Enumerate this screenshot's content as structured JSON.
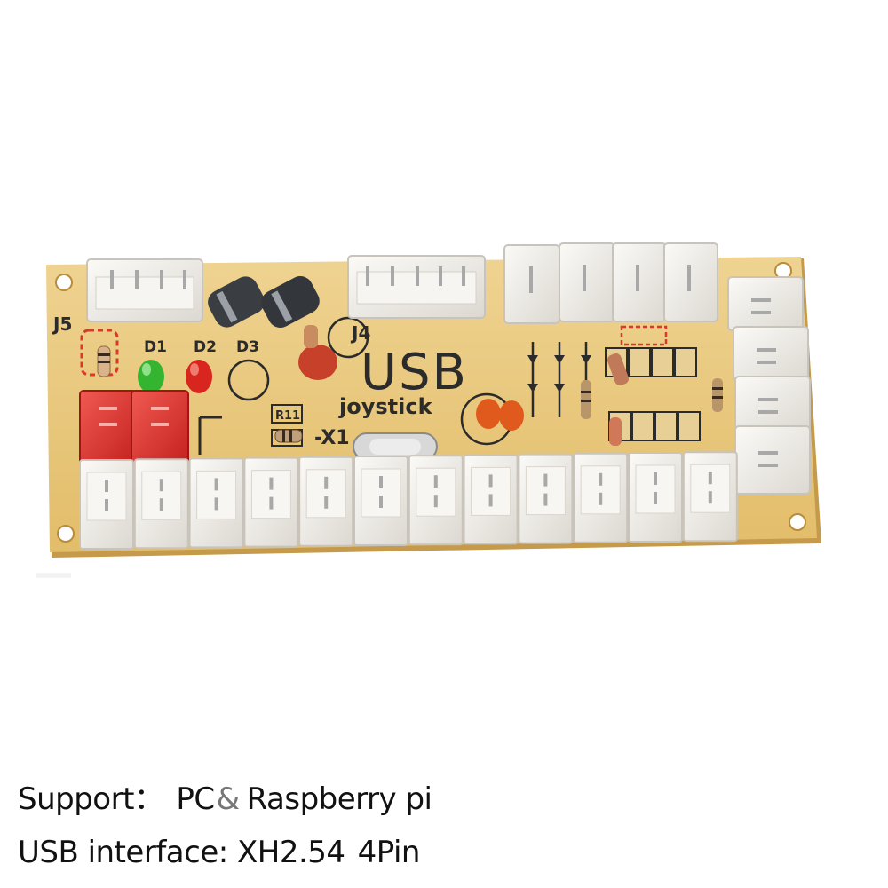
{
  "board": {
    "title": "USB",
    "subtitle": "joystick",
    "label_j5": "J5",
    "label_j4": "J4",
    "label_d1": "D1",
    "label_d2": "D2",
    "label_d3": "D3",
    "label_x1": "-X1",
    "label_r11": "R11"
  },
  "caption": {
    "line1_prefix": "Support：",
    "line1_pc": "PC",
    "line1_amp": "&",
    "line1_pi": "Raspberry pi",
    "line2_a": "USB interface: XH2.54",
    "line2_b": "4Pin"
  },
  "colors": {
    "pcb": "#e9c87a",
    "connector": "#f2efe9",
    "red_connector": "#e23a36",
    "led_green": "#35b431",
    "led_red": "#d8261e"
  }
}
